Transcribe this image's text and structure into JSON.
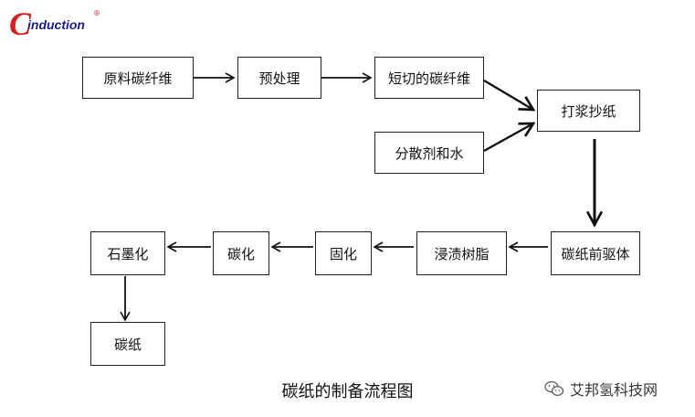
{
  "logo": {
    "letter": "C",
    "text": "induction",
    "mark": "®"
  },
  "nodes": {
    "raw_cf": "原料碳纤维",
    "pretreat": "预处理",
    "chopped_cf": "短切的碳纤维",
    "dispersant": "分散剂和水",
    "papermaking": "打浆抄纸",
    "precursor": "碳纸前驱体",
    "resin": "浸渍树脂",
    "curing": "固化",
    "carbonize": "碳化",
    "graphitize": "石墨化",
    "carbon_paper": "碳纸"
  },
  "caption": "碳纸的制备流程图",
  "watermark": {
    "icon": "wechat-icon",
    "text": "艾邦氢科技网"
  }
}
